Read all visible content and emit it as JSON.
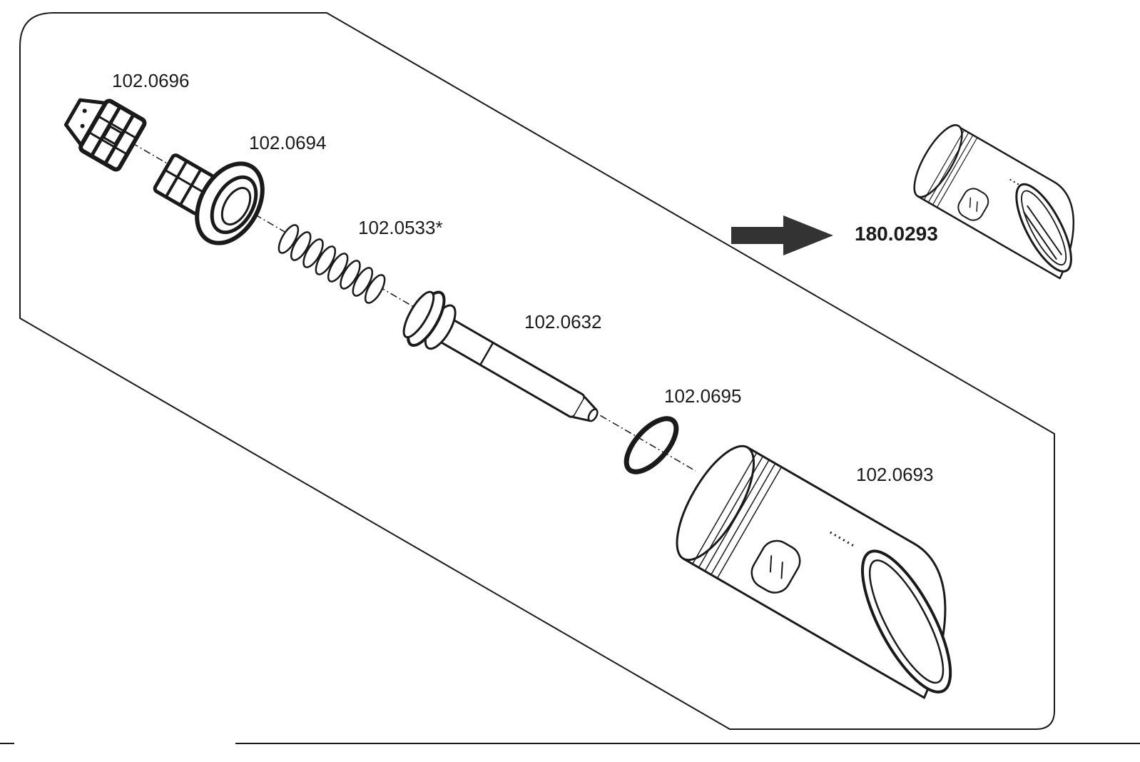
{
  "diagram": {
    "parts": [
      {
        "id": "nozzle-cap",
        "number": "102.0696"
      },
      {
        "id": "valve-seat",
        "number": "102.0694"
      },
      {
        "id": "spring",
        "number": "102.0533*"
      },
      {
        "id": "valve-pin",
        "number": "102.0632"
      },
      {
        "id": "o-ring",
        "number": "102.0695"
      },
      {
        "id": "body",
        "number": "102.0693"
      }
    ],
    "assembly": {
      "number": "180.0293"
    }
  }
}
